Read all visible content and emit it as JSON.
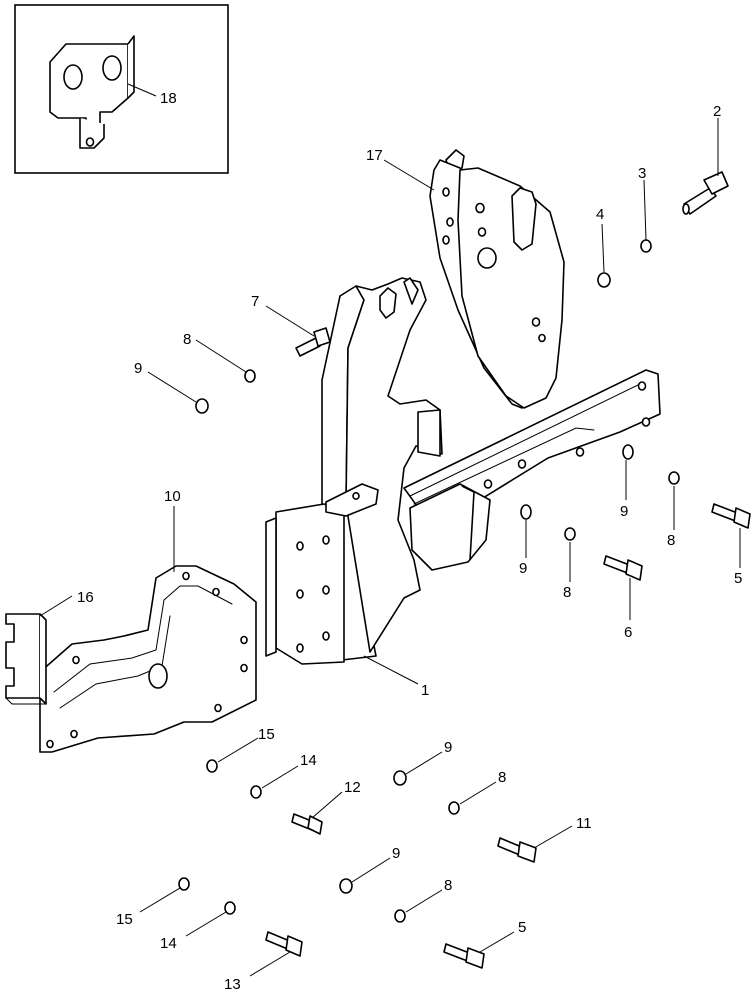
{
  "callouts": {
    "c18": "18",
    "c17": "17",
    "c2": "2",
    "c3": "3",
    "c4": "4",
    "c7": "7",
    "c8a": "8",
    "c9a": "9",
    "c10": "10",
    "c16": "16",
    "c1": "1",
    "c9b": "9",
    "c8b": "8",
    "c5a": "5",
    "c9c": "9",
    "c8c": "8",
    "c6": "6",
    "c15a": "15",
    "c14a": "14",
    "c12": "12",
    "c9d": "9",
    "c8d": "8",
    "c11": "11",
    "c9e": "9",
    "c8e": "8",
    "c15b": "15",
    "c14b": "14",
    "c13": "13",
    "c5b": "5"
  }
}
